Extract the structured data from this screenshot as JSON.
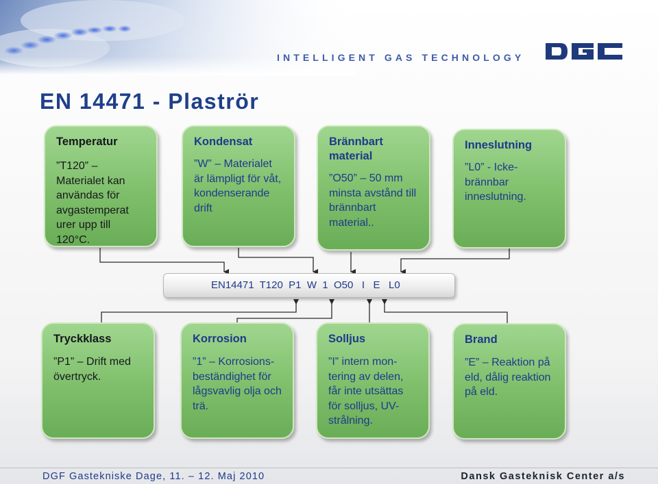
{
  "header": {
    "tagline": "INTELLIGENT GAS TECHNOLOGY",
    "logo_text": "DGC"
  },
  "title": "EN 14471 - Plaströr",
  "boxes_top": [
    {
      "title": "Temperatur",
      "body": "”T120” – Materialet kan användas för avgastemperat urer upp till 120°C."
    },
    {
      "title": "Kondensat",
      "body": "”W” – Materialet är lämpligt för våt, kondenserande drift"
    },
    {
      "title": "Brännbart material",
      "body": "”O50” – 50 mm minsta avstånd till brännbart material.."
    },
    {
      "title": "Inneslutning",
      "body": "”L0” - Icke-brännbar inneslutning."
    }
  ],
  "code_bar": "EN14471  T120  P1  W  1  O50   I   E   L0",
  "boxes_bottom": [
    {
      "title": "Tryckklass",
      "body": "”P1” – Drift med övertryck."
    },
    {
      "title": "Korrosion",
      "body": "”1” – Korrosions-beständighet för lågsvavlig olja och trä."
    },
    {
      "title": "Solljus",
      "body": "”I” intern mon-tering av delen, får inte utsättas för solljus, UV-strålning."
    },
    {
      "title": "Brand",
      "body": "”E” – Reaktion på eld, dålig reaktion på eld."
    }
  ],
  "footer": {
    "left": "DGF Gastekniske Dage, 11. – 12. Maj 2010",
    "right": "Dansk Gasteknisk Center a/s"
  },
  "colors": {
    "box_green": "#7fbf6b",
    "title_blue": "#1f3f8a",
    "text_blue": "#1d3a8c"
  }
}
